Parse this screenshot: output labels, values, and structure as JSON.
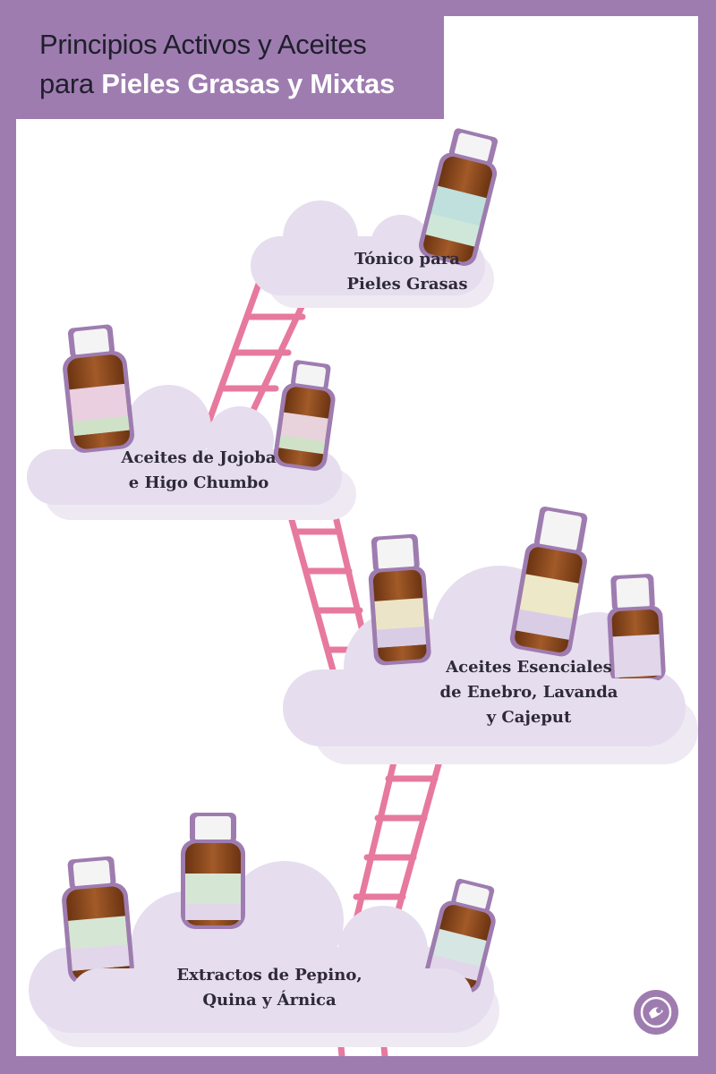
{
  "title": {
    "line1": "Principios Activos y Aceites",
    "line2_prefix": "para",
    "line2_bold": "Pieles Grasas y Mixtas"
  },
  "steps": [
    {
      "label": "Tónico para\nPieles Grasas"
    },
    {
      "label": "Aceites de Jojoba\ne  Higo Chumbo"
    },
    {
      "label": "Aceites Esenciales\nde Enebro, Lavanda\ny Cajeput"
    },
    {
      "label": "Extractos de Pepino,\nQuina y Árnica"
    }
  ],
  "colors": {
    "frame": "#9e7cb0",
    "cloud": "#e6ddee",
    "cloud_shadow": "#efe9f3",
    "ladder": "#e7799e",
    "bottle_brown": "#8a4a22",
    "cap": "#f4f4f4"
  },
  "icons": [
    "brand-logo-icon"
  ]
}
